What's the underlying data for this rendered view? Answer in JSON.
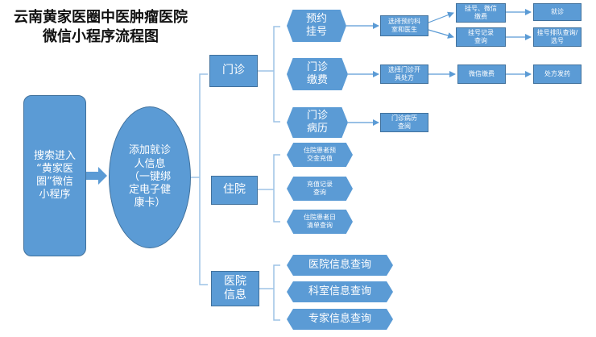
{
  "title": {
    "line1": "云南黄家医圈中医肿瘤医院",
    "line2": "微信小程序流程图"
  },
  "colors": {
    "box_fill": "#5b9bd5",
    "box_border": "#41719c",
    "connector": "#5b9bd5",
    "text": "#ffffff"
  },
  "nodes": {
    "start": "搜索进入\n“黄家医\n圈”微信\n小程序",
    "add_patient": "添加就诊\n人信息\n（一键绑\n定电子健\n康卡）",
    "outpatient": "门诊",
    "inpatient": "住院",
    "hospital_info": "医院\n信息",
    "appointment": "预约\n挂号",
    "payment": "门诊\n缴费",
    "medical_record": "门诊\n病历",
    "select_dept": "选择预约科\n室和医生",
    "register_pay": "挂号、微信\n缴费",
    "visit": "就诊",
    "register_record": "挂号记录\n查询",
    "queue_query": "挂号排队查询/\n选号",
    "select_prescription": "选择门诊开\n具处方",
    "wechat_pay": "微信缴费",
    "dispense": "处方发药",
    "record_query": "门诊病历\n查阅",
    "deposit_topup": "住院患者预\n交金充值",
    "topup_record": "充值记录\n查询",
    "daily_list": "住院患者日\n清单查询",
    "hospital_query": "医院信息查询",
    "dept_query": "科室信息查询",
    "expert_query": "专家信息查询"
  }
}
